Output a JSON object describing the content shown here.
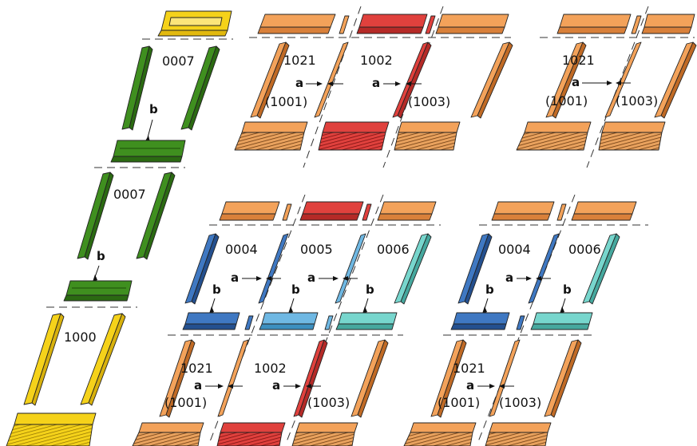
{
  "labels": {
    "code_0007": "0007",
    "code_1000": "1000",
    "code_1021": "1021",
    "code_1002": "1002",
    "code_1001": "(1001)",
    "code_1003": "(1003)",
    "code_0004": "0004",
    "code_0005": "0005",
    "code_0006": "0006",
    "letter_a": "a",
    "letter_b": "b"
  },
  "colors": {
    "yellow": "#f5d21a",
    "green": "#3f8f1f",
    "orange": "#f3a25a",
    "red": "#e0413d",
    "blue": "#3f78c2",
    "lightblue": "#6fb8e3",
    "teal": "#77d6cd",
    "flashing_stripes": "#8b4a14"
  }
}
